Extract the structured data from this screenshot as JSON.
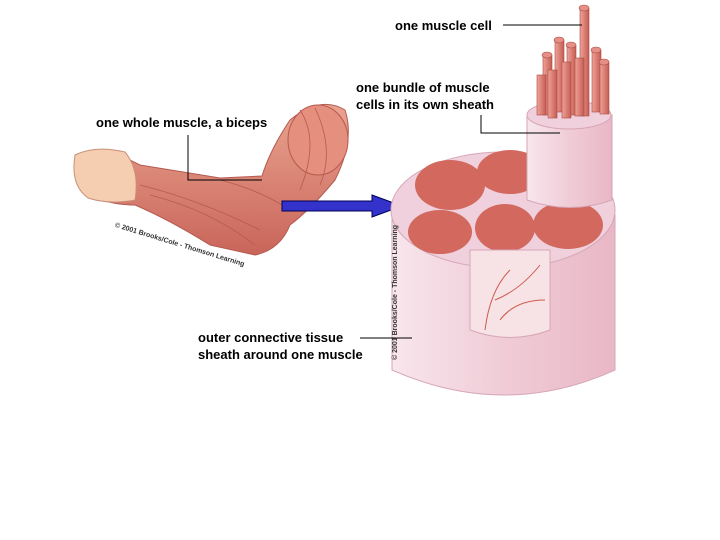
{
  "labels": {
    "muscle_cell": "one muscle cell",
    "bundle_line1": "one bundle of muscle",
    "bundle_line2": "cells in its own sheath",
    "whole_muscle": "one whole muscle, a biceps",
    "outer_line1": "outer connective tissue",
    "outer_line2": "sheath around one muscle"
  },
  "copyright": {
    "arm": "© 2001 Brooks/Cole - Thomson Learning",
    "cylinder": "© 2001 Brooks/Cole - Thomson Learning"
  },
  "colors": {
    "arrow": "#3333cc",
    "muscle": "#d9786a",
    "sheath": "#f3d3dc"
  }
}
